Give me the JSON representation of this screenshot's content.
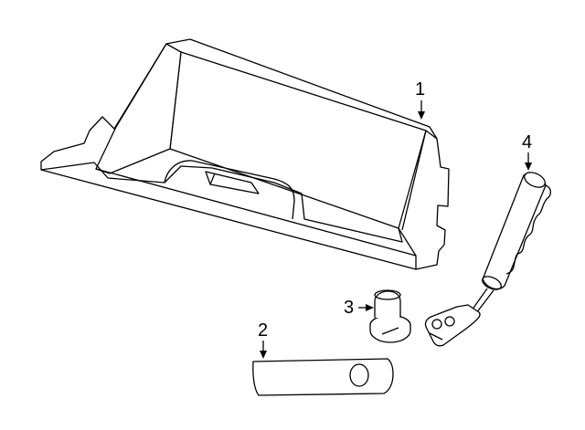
{
  "labels": {
    "part1": "1",
    "part2": "2",
    "part3": "3",
    "part4": "4"
  },
  "colors": {
    "line": "#000000",
    "background": "#ffffff"
  }
}
